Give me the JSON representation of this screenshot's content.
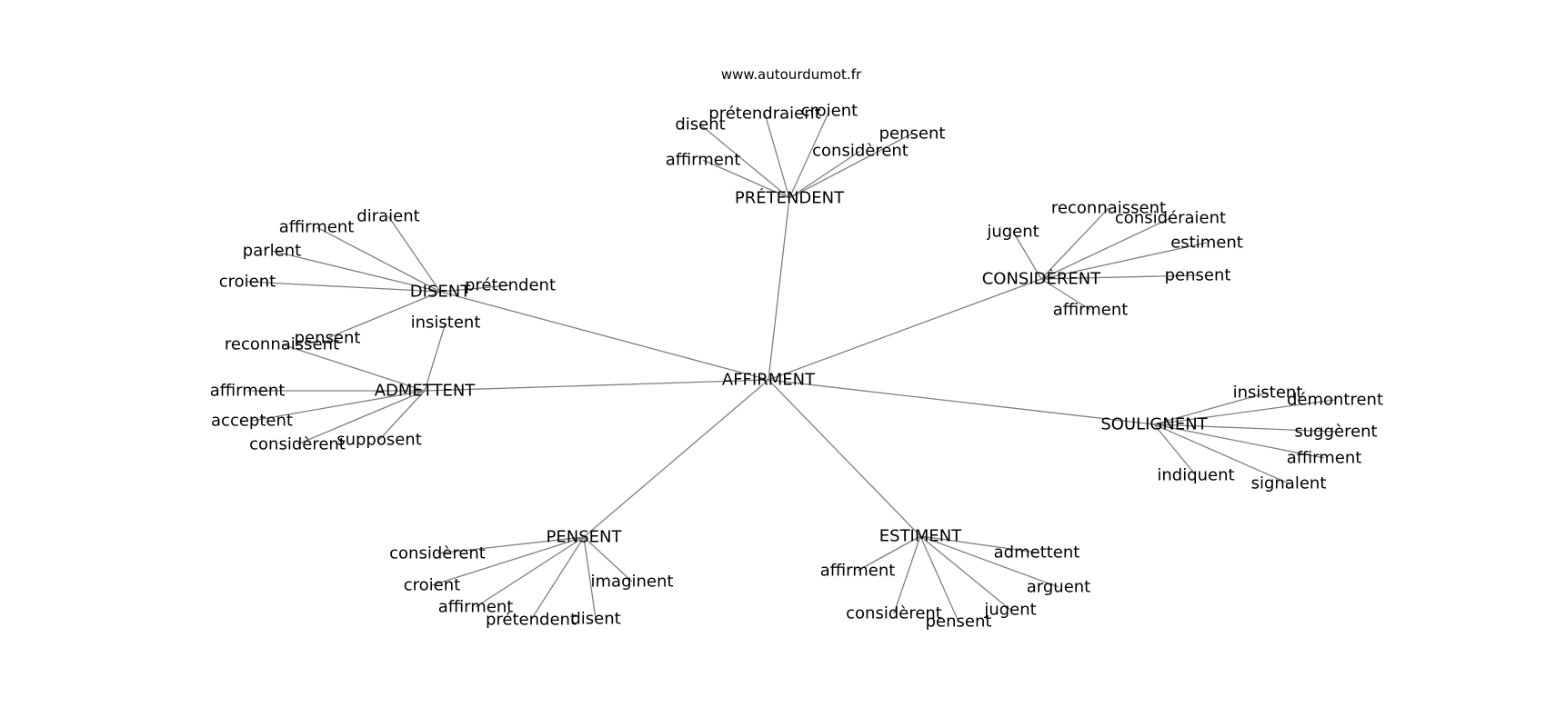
{
  "source": "www.autourdumot.fr",
  "edge_color": "#808080",
  "center": "AFFIRMENT",
  "clusters": [
    {
      "hub": "PRÉTENDENT",
      "leaves": [
        "disent",
        "prétendraient",
        "croient",
        "pensent",
        "affirment",
        "considèrent"
      ]
    },
    {
      "hub": "CONSIDÈRENT",
      "leaves": [
        "reconnaissent",
        "jugent",
        "considéraient",
        "estiment",
        "pensent",
        "affirment"
      ]
    },
    {
      "hub": "DISENT",
      "leaves": [
        "diraient",
        "affirment",
        "parlent",
        "croient",
        "prétendent",
        "pensent"
      ]
    },
    {
      "hub": "ADMETTENT",
      "leaves": [
        "insistent",
        "reconnaissent",
        "affirment",
        "acceptent",
        "considèrent",
        "supposent"
      ]
    },
    {
      "hub": "SOULIGNENT",
      "leaves": [
        "insistent",
        "démontrent",
        "suggèrent",
        "affirment",
        "indiquent",
        "signalent"
      ]
    },
    {
      "hub": "PENSENT",
      "leaves": [
        "considèrent",
        "croient",
        "affirment",
        "prétendent",
        "disent",
        "imaginent"
      ]
    },
    {
      "hub": "ESTIMENT",
      "leaves": [
        "admettent",
        "affirment",
        "arguent",
        "considèrent",
        "jugent",
        "pensent"
      ]
    }
  ]
}
